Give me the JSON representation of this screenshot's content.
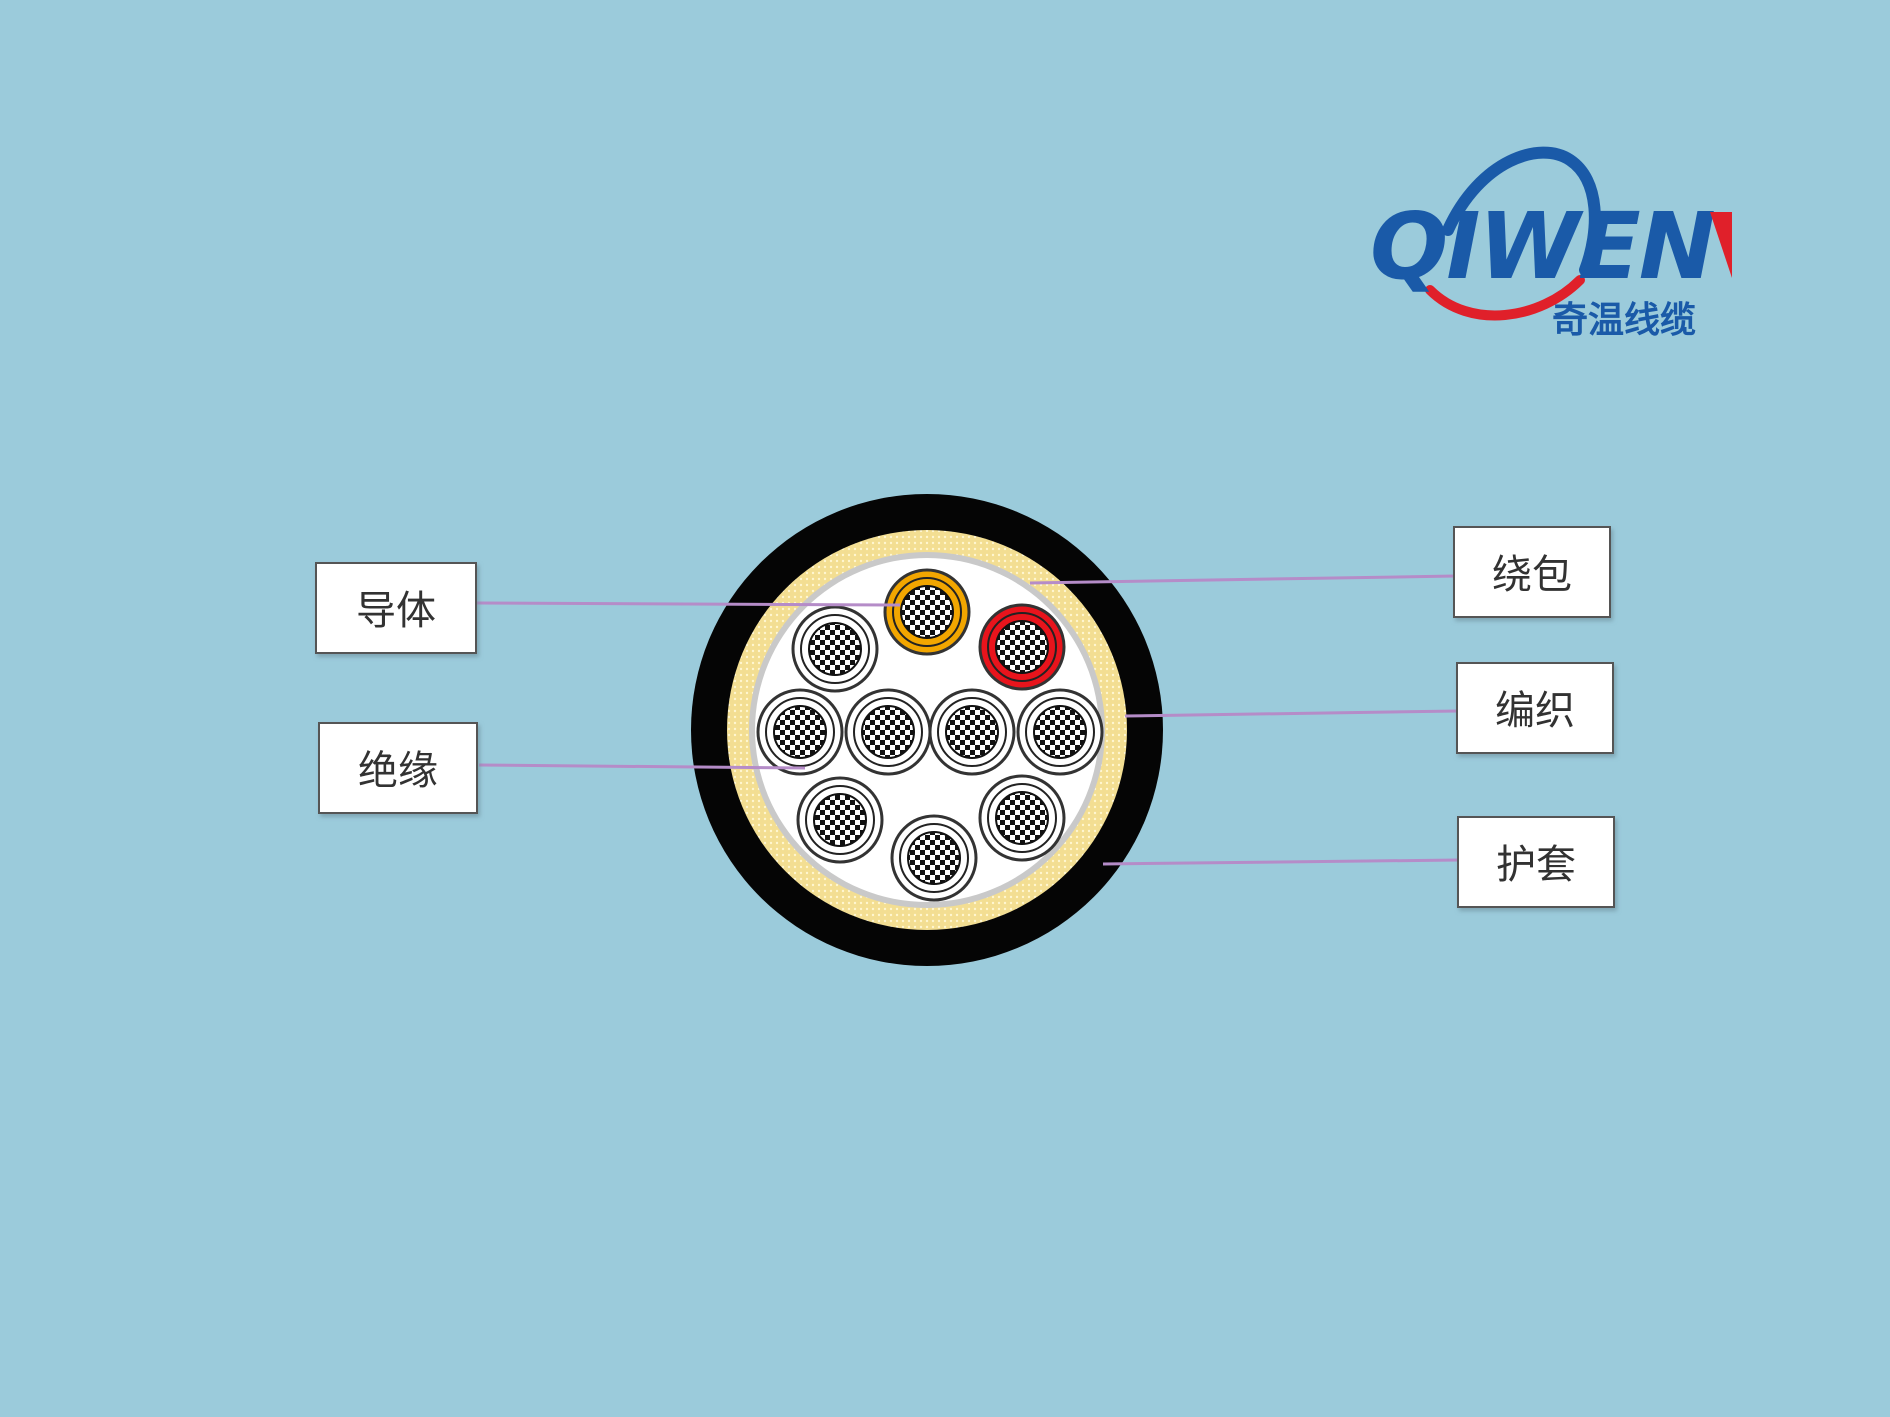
{
  "logo": {
    "brand_text": "QIWEN",
    "chinese_text": "奇温线缆",
    "colors": {
      "blue": "#1a5aa8",
      "red": "#e0202a"
    }
  },
  "diagram": {
    "labels": {
      "conductor": "导体",
      "insulation": "绝缘",
      "wrap": "绕包",
      "braid": "编织",
      "sheath": "护套"
    },
    "colors": {
      "background": "#9bcbdb",
      "sheath": "#050505",
      "braid": "#f2dc8c",
      "wrap_layer": "#c9c9c9",
      "filler": "#ffffff",
      "core_insulation_default": "#ffffff",
      "core_insulation_orange": "#f2a600",
      "core_insulation_red": "#e8141c",
      "leader_line": "#b58cc8",
      "label_border": "#555555"
    }
  }
}
